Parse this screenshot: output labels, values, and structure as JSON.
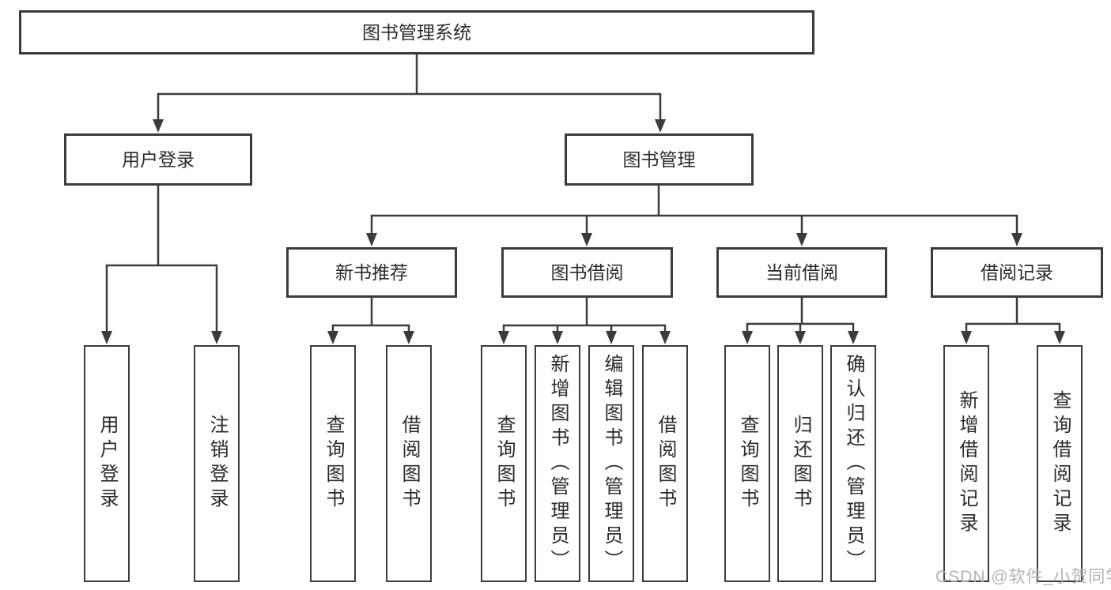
{
  "diagram": {
    "title": "图书管理系统",
    "root": {
      "label": "图书管理系统"
    },
    "level2": [
      {
        "label": "用户登录"
      },
      {
        "label": "图书管理"
      }
    ],
    "level3": [
      {
        "label": "新书推荐"
      },
      {
        "label": "图书借阅"
      },
      {
        "label": "当前借阅"
      },
      {
        "label": "借阅记录"
      }
    ],
    "leaves": {
      "user_login": [
        "用户登录",
        "注销登录"
      ],
      "new_book_recommend": [
        "查询图书",
        "借阅图书"
      ],
      "book_borrowing": [
        "查询图书",
        "新增图书（管理员）",
        "编辑图书（管理员）",
        "借阅图书"
      ],
      "current_borrowing": [
        "查询图书",
        "归还图书",
        "确认归还（管理员）"
      ],
      "borrowing_records": [
        "新增借阅记录",
        "查询借阅记录"
      ]
    },
    "colors": {
      "border": "#3b3b3b",
      "text": "#2b2b2b",
      "background": "#ffffff",
      "watermark": "#b3b3b3"
    }
  },
  "watermark": {
    "text": "CSDN @软件_小贺同学"
  }
}
